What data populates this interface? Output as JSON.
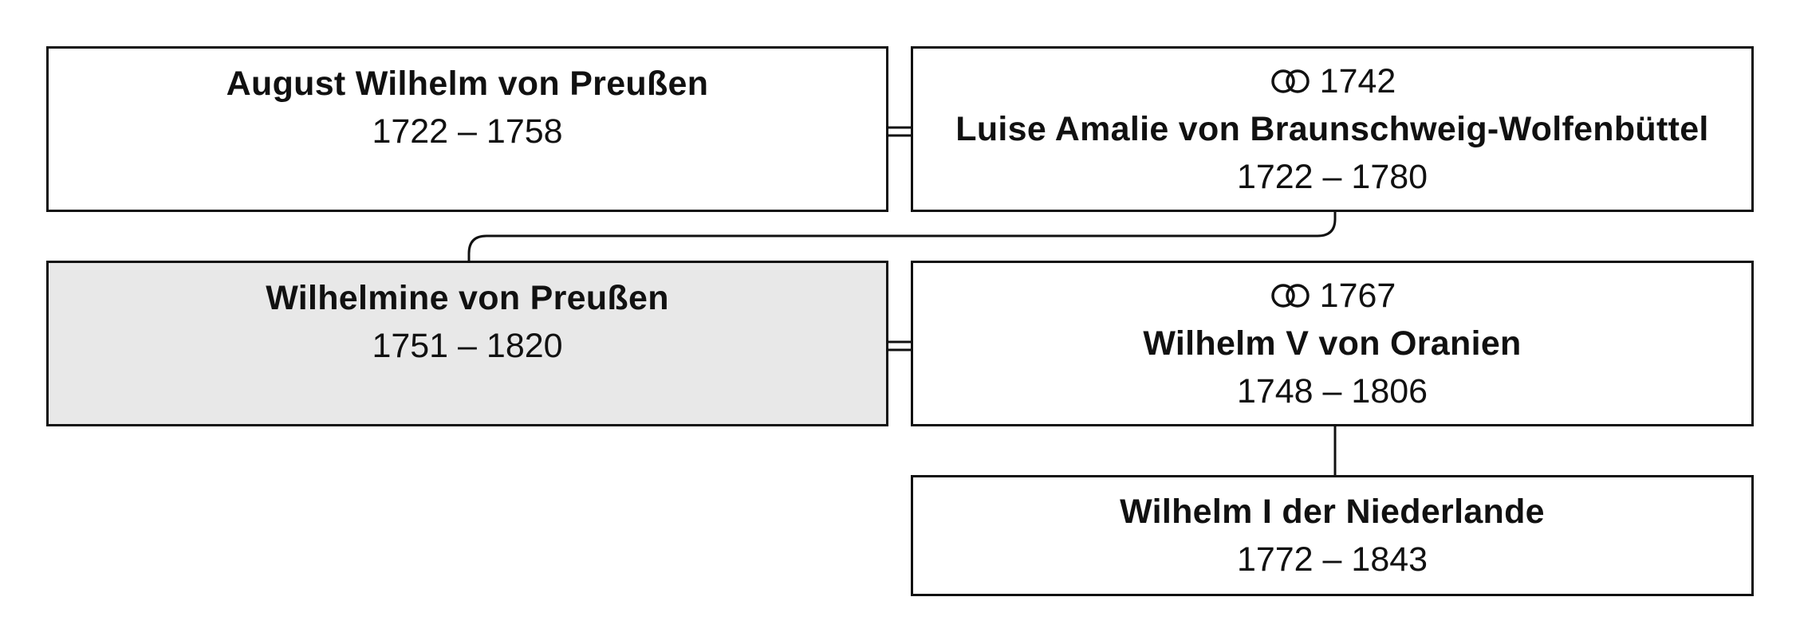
{
  "people": {
    "august_wilhelm": {
      "name": "August Wilhelm von Preußen",
      "dates": "1722 – 1758"
    },
    "luise_amalie": {
      "marriage_year": "1742",
      "name": "Luise Amalie von Braunschweig-Wolfenbüttel",
      "dates": "1722 – 1780"
    },
    "wilhelmine": {
      "name": "Wilhelmine von Preußen",
      "dates": "1751 – 1820"
    },
    "wilhelm_v": {
      "marriage_year": "1767",
      "name": "Wilhelm V von Oranien",
      "dates": "1748 – 1806"
    },
    "wilhelm_i": {
      "name": "Wilhelm I der Niederlande",
      "dates": "1772 – 1843"
    }
  },
  "icons": {
    "marriage": "wedding-rings-icon"
  },
  "colors": {
    "line": "#111111",
    "highlight_fill": "#e8e8e8",
    "box_fill": "#ffffff"
  }
}
